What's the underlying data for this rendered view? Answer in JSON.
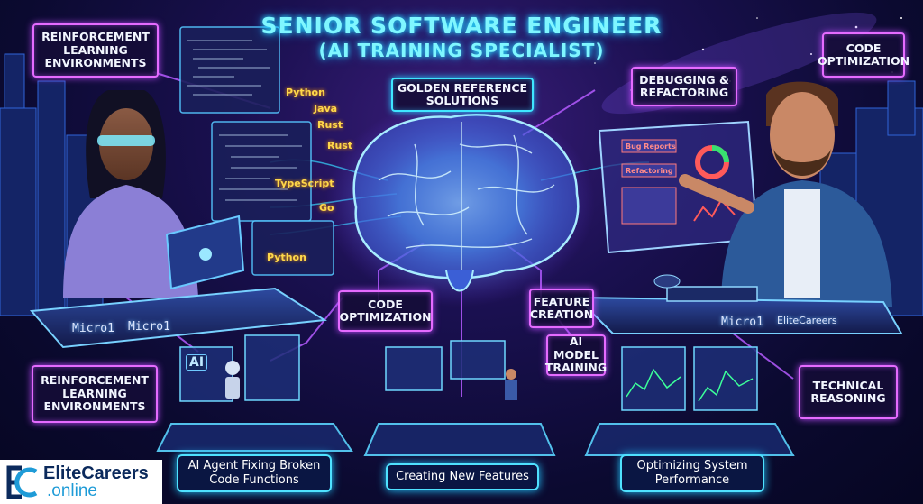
{
  "title": {
    "line1": "SENIOR SOFTWARE ENGINEER",
    "line2": "(AI TRAINING SPECIALIST)"
  },
  "tags": {
    "rl_top": "REINFORCEMENT LEARNING ENVIRONMENTS",
    "golden": "GOLDEN REFERENCE SOLUTIONS",
    "debugging": "DEBUGGING & REFACTORING",
    "code_opt_top": "CODE OPTIMIZATION",
    "code_opt_mid": "CODE OPTIMIZATION",
    "feature": "FEATURE CREATION",
    "ai_model": "AI MODEL TRAINING",
    "rl_bottom": "REINFORCEMENT LEARNING ENVIRONMENTS",
    "technical": "TECHNICAL REASONING"
  },
  "languages": [
    "Python",
    "Java",
    "Rust",
    "Rust",
    "TypeScript",
    "Go",
    "Python"
  ],
  "captions": {
    "ai_agent": "AI Agent Fixing Broken Code Functions",
    "new_features": "Creating New Features",
    "optimizing": "Optimizing System Performance"
  },
  "desk_labels": {
    "left_1": "Micro1",
    "left_2": "Micro1",
    "right_1": "Micro1",
    "right_2": "EliteCareers"
  },
  "screen_labels": {
    "bug_reports": "Bug Reports",
    "refactoring": "Refactoring",
    "ai_badge": "AI"
  },
  "logo": {
    "line1": "EliteCareers",
    "line2": ".online"
  },
  "colors": {
    "title": "#7ff6ff",
    "tag_border": "#e56bff",
    "caption_border": "#4fe2ff",
    "brain": "#8ad8ff"
  }
}
